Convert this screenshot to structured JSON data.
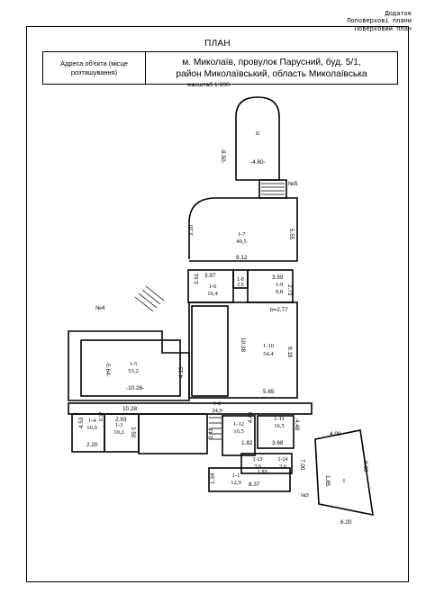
{
  "corner_note": {
    "line1": "Додаток",
    "line2": "Поповерхові плани",
    "line3": "Поверховий план"
  },
  "title": "ПЛАН",
  "address": {
    "label": "Адреса об'єкта (місце розташування)",
    "value_line1": "м. Миколаїв, провулок Парусний, буд. 5/1,",
    "value_line2": "район Миколаївський, область Миколаївська"
  },
  "scale": "масштаб 1:200",
  "rooms": {
    "r17": {
      "num": "1-7",
      "area": "49,5"
    },
    "r16": {
      "num": "1-6",
      "area": "10,4"
    },
    "r18": {
      "num": "1-8",
      "area": "2,5"
    },
    "r19": {
      "num": "1-9",
      "area": "9,8"
    },
    "r110": {
      "num": "1-10",
      "area": "54,4"
    },
    "r15": {
      "num": "1-5",
      "area": "53,2"
    },
    "r14": {
      "num": "1-4",
      "area": "10,0"
    },
    "r13": {
      "num": "1-3",
      "area": "10,2"
    },
    "r12": {
      "num": "1-2",
      "area": "24,9"
    },
    "r112": {
      "num": "1-12",
      "area": "10,5"
    },
    "r111": {
      "num": "1-11",
      "area": "16,5"
    },
    "r113": {
      "num": "1-13",
      "area": "3,6"
    },
    "r114": {
      "num": "1-14",
      "area": "3,6"
    },
    "r11": {
      "num": "1-1",
      "area": "12,9"
    },
    "rII": {
      "num": "II"
    },
    "rI": {
      "num": "I"
    }
  },
  "dimensions": {
    "d850": "-8.50-",
    "d460": "-4.60-",
    "d320": "3.20",
    "d555": "5.55",
    "d912": "9.12",
    "d397": "3.97",
    "d261": "2.61",
    "d359": "3.59",
    "d273": "2.73",
    "d277": "b=2,77",
    "d1038": "10.38",
    "d918": "9.18",
    "d565": "5.65",
    "d564": "-5.64-",
    "d413": "4.13",
    "d1026": "-10.26-",
    "d1028": "10.28",
    "d453": "4.53",
    "d017": "0.17",
    "d293": "2.93",
    "d350": "3.50",
    "d220": "2.20",
    "d341": "3.41",
    "d448a": "4.48",
    "d182": "1.82",
    "d448b": "4.48",
    "d368": "3.68",
    "d837": "8.37",
    "d134": "1.34",
    "d183": "1.83",
    "d700": "7.00",
    "d400": "4.00",
    "d900": "9.00",
    "d185": "1.85",
    "d620": "6.20"
  },
  "markers": {
    "n4": "№4",
    "n5": "№5",
    "n3": "№3"
  }
}
